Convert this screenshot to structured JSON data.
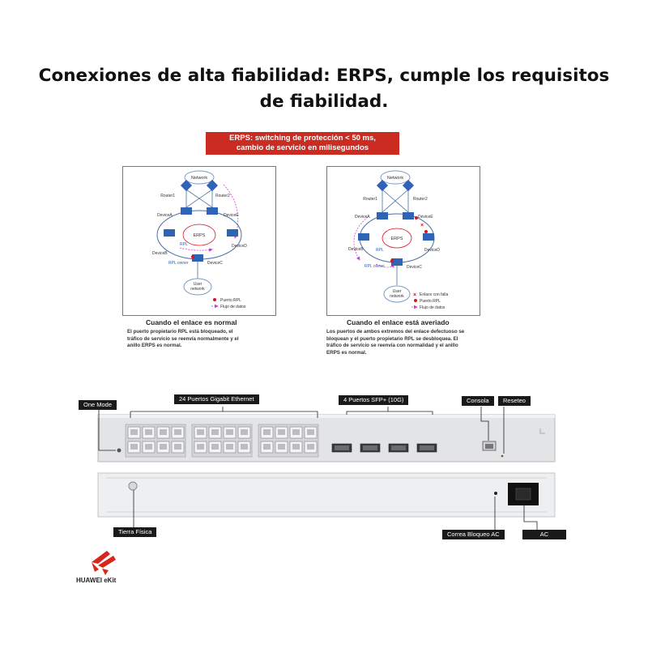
{
  "title_line1": "Conexiones de alta fiabilidad: ERPS, cumple los requisitos",
  "title_line2": "de fiabilidad.",
  "banner": {
    "line1": "ERPS: switching de protección < 50 ms,",
    "line2": "cambio de servicio en milisegundos",
    "color": "#cc2b22"
  },
  "diagram_normal": {
    "network": "Network",
    "router1": "Router1",
    "router2": "Router2",
    "deviceA": "DeviceA",
    "deviceE": "DeviceE",
    "deviceB": "DeviceB",
    "deviceC": "DeviceC",
    "deviceD": "DeviceD",
    "erps": "ERPS",
    "rpl": "RPL",
    "rpl_owner": "RPL owner",
    "user_network_1": "User",
    "user_network_2": "network",
    "legend_port": "Puerto RPL",
    "legend_flow": "Flujo de datos",
    "caption": "Cuando el enlace es normal",
    "desc_line1": "El puerto propietario RPL está bloqueado, el",
    "desc_line2": "tráfico de servicio se reenvía normalmente y el",
    "desc_line3": "anillo ERPS es normal."
  },
  "diagram_fault": {
    "network": "Network",
    "router1": "Router1",
    "router2": "Router2",
    "deviceA": "DeviceA",
    "deviceE": "DeviceE",
    "deviceB": "DeviceB",
    "deviceC": "DeviceC",
    "deviceD": "DeviceD",
    "erps": "ERPS",
    "rpl": "RPL",
    "rpl_owner": "RPL owner",
    "user_network_1": "User",
    "user_network_2": "network",
    "legend_fault": "Enlace con falla",
    "legend_port": "Puerto RPL",
    "legend_flow": "Flujo de datos",
    "caption": "Cuando el enlace está averiado",
    "desc_line1": "Los puertos de ambos extremos del enlace defectuoso se",
    "desc_line2": "bloquean y el puerto propietario RPL se desbloquea. El",
    "desc_line3": "tráfico de servicio se reenvía con normalidad y el anillo",
    "desc_line4": "ERPS es normal."
  },
  "hardware": {
    "label_one_mode": "One Mode",
    "label_gigabit": "24 Puertos Gigabit Ethernet",
    "label_sfp": "4 Puertos SFP+ (10G)",
    "label_console": "Consola",
    "label_reset": "Reseteo",
    "label_ground": "Tierra Física",
    "label_lock": "Correa Bloqueo AC",
    "label_ac": "AC"
  },
  "brand": {
    "name": "HUAWEI eKit",
    "color": "#d9261c"
  }
}
